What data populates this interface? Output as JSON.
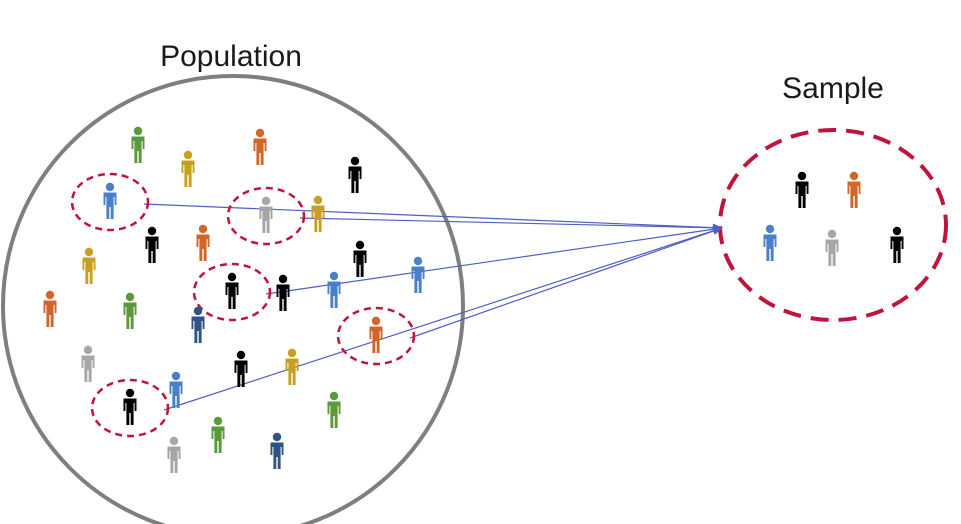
{
  "labels": {
    "population": "Population",
    "sample": "Sample"
  },
  "colors": {
    "population_circle": "#7f7f7f",
    "selection_ring": "#c0143c",
    "arrow": "#4f5fc4",
    "person_green": "#5a9a3a",
    "person_yellow": "#c8a020",
    "person_orange": "#d0662a",
    "person_black": "#000000",
    "person_blue": "#4a80c8",
    "person_gray": "#a6a6a6",
    "person_navy": "#2f5382"
  },
  "population": {
    "people": [
      {
        "color": "person_green"
      },
      {
        "color": "person_yellow"
      },
      {
        "color": "person_orange"
      },
      {
        "color": "person_black"
      },
      {
        "color": "person_blue",
        "selected": true
      },
      {
        "color": "person_gray",
        "selected": true
      },
      {
        "color": "person_yellow"
      },
      {
        "color": "person_black"
      },
      {
        "color": "person_orange"
      },
      {
        "color": "person_yellow"
      },
      {
        "color": "person_black"
      },
      {
        "color": "person_blue"
      },
      {
        "color": "person_orange"
      },
      {
        "color": "person_green"
      },
      {
        "color": "person_black",
        "selected": true
      },
      {
        "color": "person_black"
      },
      {
        "color": "person_blue"
      },
      {
        "color": "person_navy"
      },
      {
        "color": "person_orange",
        "selected": true
      },
      {
        "color": "person_gray"
      },
      {
        "color": "person_black"
      },
      {
        "color": "person_yellow"
      },
      {
        "color": "person_blue"
      },
      {
        "color": "person_black",
        "selected": true
      },
      {
        "color": "person_green"
      },
      {
        "color": "person_green"
      },
      {
        "color": "person_gray"
      },
      {
        "color": "person_navy"
      }
    ]
  },
  "sample": {
    "people": [
      {
        "color": "person_black"
      },
      {
        "color": "person_orange"
      },
      {
        "color": "person_blue"
      },
      {
        "color": "person_gray"
      },
      {
        "color": "person_black"
      }
    ]
  }
}
